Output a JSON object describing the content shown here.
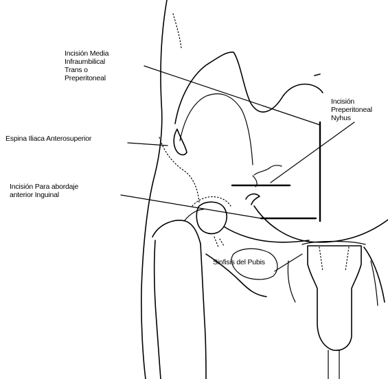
{
  "labels": {
    "incision_media": {
      "lines": [
        "Incisión Media",
        "Infraumbilical",
        "Trans o",
        "Preperitoneal"
      ]
    },
    "incision_preperitoneal": {
      "lines": [
        "Incisión",
        "Preperitoneal",
        "Nyhus"
      ]
    },
    "espina_iliaca": {
      "lines": [
        "Espina Iliaca Anterosuperior"
      ]
    },
    "incision_inguinal": {
      "lines": [
        "Incisión Para abordaje",
        "anterior Inguinal"
      ]
    },
    "sinfisis": {
      "lines": [
        "Sinfisis del Pubis"
      ]
    }
  }
}
